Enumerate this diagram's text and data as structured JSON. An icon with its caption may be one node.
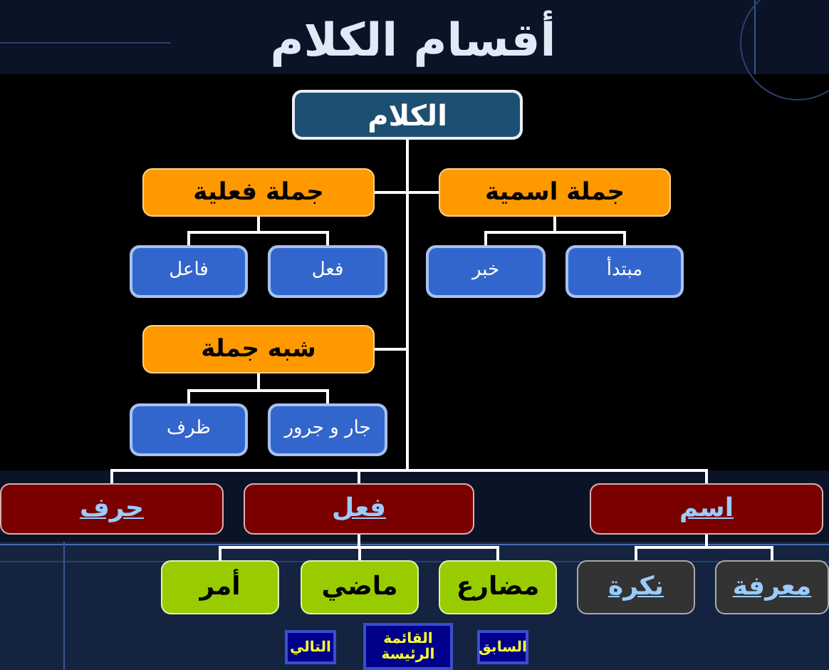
{
  "diagram": {
    "title": "أقسام الكلام",
    "nodes": [
      {
        "text": [
          "الكلام"
        ]
      },
      {
        "text": [
          "جملة فعلية"
        ]
      },
      {
        "text": [
          "جملة اسمية"
        ]
      },
      {
        "text": [
          "فاعل"
        ]
      },
      {
        "text": [
          "فعل"
        ]
      },
      {
        "text": [
          "خبر"
        ]
      },
      {
        "text": [
          "مبتدأ"
        ]
      },
      {
        "text": [
          "شبه جملة"
        ]
      },
      {
        "text": [
          "ظرف"
        ]
      },
      {
        "text": [
          "جار و جرور"
        ]
      },
      {
        "text": [
          "حرف"
        ]
      },
      {
        "text": [
          "فعل"
        ]
      },
      {
        "text": [
          "اسم"
        ]
      },
      {
        "text": [
          "أمر"
        ]
      },
      {
        "text": [
          "ماضي"
        ]
      },
      {
        "text": [
          "مضارع"
        ]
      },
      {
        "text": [
          "نكرة"
        ]
      },
      {
        "text": [
          "معرفة"
        ]
      },
      {
        "text": [
          "التالي"
        ]
      },
      {
        "text": [
          "القائمة الرئيسة"
        ]
      },
      {
        "text": [
          "السابق"
        ]
      }
    ],
    "edges": [
      {
        "from": 0,
        "to": 1,
        "arrow": "none"
      },
      {
        "from": 0,
        "to": 2,
        "arrow": "none"
      },
      {
        "from": 0,
        "to": 7,
        "arrow": "none"
      },
      {
        "from": 0,
        "to": 10,
        "arrow": "none"
      },
      {
        "from": 0,
        "to": 11,
        "arrow": "none"
      },
      {
        "from": 0,
        "to": 12,
        "arrow": "none"
      },
      {
        "from": 1,
        "to": 3,
        "arrow": "none"
      },
      {
        "from": 1,
        "to": 4,
        "arrow": "none"
      },
      {
        "from": 2,
        "to": 5,
        "arrow": "none"
      },
      {
        "from": 2,
        "to": 6,
        "arrow": "none"
      },
      {
        "from": 7,
        "to": 8,
        "arrow": "none"
      },
      {
        "from": 7,
        "to": 9,
        "arrow": "none"
      },
      {
        "from": 11,
        "to": 13,
        "arrow": "none"
      },
      {
        "from": 11,
        "to": 14,
        "arrow": "none"
      },
      {
        "from": 11,
        "to": 15,
        "arrow": "none"
      },
      {
        "from": 12,
        "to": 16,
        "arrow": "none"
      },
      {
        "from": 12,
        "to": 17,
        "arrow": "none"
      }
    ]
  }
}
